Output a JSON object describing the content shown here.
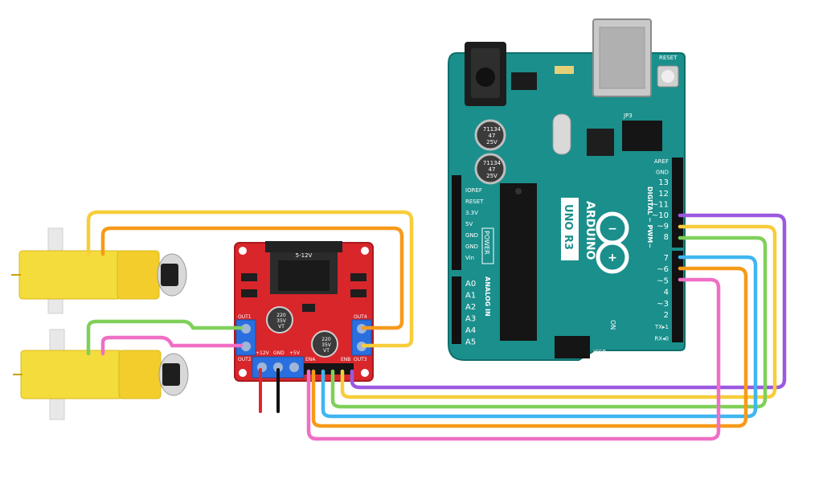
{
  "colors": {
    "board": "#1a8f8c",
    "board_dark": "#0f6f6c",
    "driver": "#d8262b",
    "motor": "#f4dc3c",
    "motor_gear": "#f2cd2b",
    "terminal": "#2a6fe0",
    "wire_purple": "#9b59e0",
    "wire_yellow": "#f7cd3a",
    "wire_green": "#7fd05a",
    "wire_blue": "#3fb6f0",
    "wire_orange": "#f79a1a",
    "wire_pink": "#ef6fc4",
    "wire_red": "#e0262b",
    "wire_black": "#111111"
  },
  "arduino": {
    "brand": "ARDUINO",
    "model": "UNO",
    "rev": "R3",
    "reset_label": "RESET",
    "header_left": [
      "IOREF",
      "RESET",
      "3.3V",
      "5V",
      "GND",
      "GND",
      "Vin"
    ],
    "power_label": "POWER",
    "analog_label": "ANALOG IN",
    "analog_pins": [
      "A0",
      "A1",
      "A2",
      "A3",
      "A4",
      "A5"
    ],
    "digital_label": "DIGITAL ~ PWM~",
    "digital_top": [
      "AREF",
      "GND",
      "13",
      "12",
      "~11",
      "~10",
      "~9",
      "8"
    ],
    "digital_bottom": [
      "7",
      "~6",
      "~5",
      "4",
      "~3",
      "2",
      "TX▸1",
      "RX◂0"
    ],
    "cap_text": [
      "71134",
      "47",
      "25V"
    ],
    "on_label": "ON",
    "icsp_label": "ICSP",
    "jp_label": "JP3"
  },
  "driver": {
    "out_labels": [
      "OUT1",
      "OUT2",
      "OUT3",
      "OUT4"
    ],
    "power_labels": [
      "+12V",
      "GND",
      "+5V"
    ],
    "pin_labels": [
      "ENA",
      "ENB"
    ],
    "cap_text": [
      "220",
      "35V",
      "VT"
    ],
    "chip_label": "5-12V"
  }
}
